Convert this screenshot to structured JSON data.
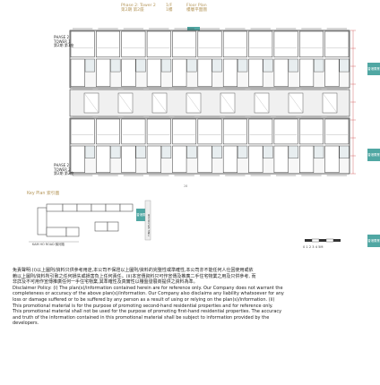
{
  "header": {
    "floor_en": "Phase 2: Tower 2",
    "floor_zh": "第2期 第2座",
    "level_en": "1/F",
    "level_zh": "1樓",
    "plan_en": "Floor Plan",
    "plan_zh": "樓層平面圖"
  },
  "towers": {
    "upper_en": "PHASE 2\nTOWER 1",
    "upper_zh": "第2期 第1座",
    "lower_en": "PHASE 2\nTOWER 2",
    "lower_zh": "第2期 第2座"
  },
  "badge_text": "香港置業",
  "page_number": "28",
  "key_plan": {
    "title": "Key Plan 索引圖",
    "road_label": "KAM HO ROAD 錦河路",
    "street_label": "TING SHUI ROAD"
  },
  "scale_label": "0  1  2  3  4  5M",
  "disclaimer": {
    "zh_1": "免責聲明:(i)以上圖則/資料只供參考用途,本公司不保證以上圖則/資料的完整性或準確性,本公司亦不能任何人仕因使用或依",
    "zh_2": "賴以上圖則/資料所引致之任何損失或損害負上任何責任。(ii)本宣傳資料只可作宣傳及推廣二手住宅物業之用及只供參考, 而",
    "zh_3": "非詳及不可用作宣傳推廣任何一手住宅物業,其準確性及真實性以樓盤發展商提供之資料為準。",
    "en_1": "Disclaimer Policy: (i) The plan(s)/information contained herein are for reference only. Our Company does not warrant the",
    "en_2": "completeness or accuracy of the above plan(s)/information. Our Company also disclaims any liability whatsoever for any",
    "en_3": "loss or damage suffered or to be suffered by any person as a result of using or relying on the plan(s)/information. (ii)",
    "en_4": "This promotional material is for the purpose of promoting second-hand residential properties and for reference only.",
    "en_5": "This promotional material shall not be used for the purpose of promoting first-hand residential properties. The accuracy",
    "en_6": "and truth of the information contained in this promotional material shall be subject to information provided by the",
    "en_7": "developers."
  },
  "colors": {
    "gold": "#b5975a",
    "badge_teal": "#1f8f8a",
    "plan_line": "#3a3a3a",
    "room_fill": "#f7f7f7"
  }
}
